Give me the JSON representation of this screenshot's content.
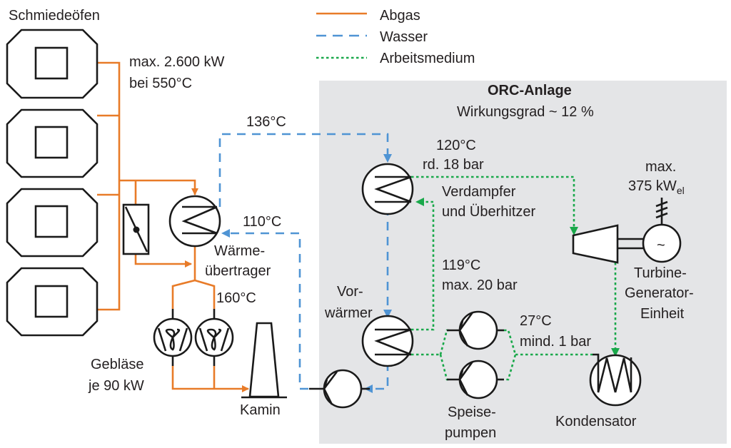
{
  "legend": {
    "items": [
      {
        "label": "Abgas",
        "style": "solid",
        "color": "#e87b28"
      },
      {
        "label": "Wasser",
        "style": "dashed",
        "color": "#4f94d4"
      },
      {
        "label": "Arbeitsmedium",
        "style": "dotted",
        "color": "#19a84a"
      }
    ]
  },
  "colors": {
    "abgas": "#e87b28",
    "wasser": "#4f94d4",
    "arbeitsmedium": "#19a84a",
    "orc_panel": "#e4e5e7",
    "symbol": "#1a1a1a"
  },
  "left": {
    "ovens_title": "Schmiedeöfen",
    "oven_count": 4,
    "exhaust_power": "max. 2.600 kW",
    "exhaust_temp": "bei 550°C",
    "water_out_temp": "136°C",
    "water_return_temp": "110°C",
    "heat_exchanger_line1": "Wärme-",
    "heat_exchanger_line2": "übertrager",
    "fan_temp": "160°C",
    "fans_line1": "Gebläse",
    "fans_line2": "je 90 kW",
    "chimney": "Kamin"
  },
  "orc": {
    "title": "ORC-Anlage",
    "efficiency": "Wirkungsgrad ~ 12 %",
    "evap_temp": "120°C",
    "evap_pressure": "rd. 18 bar",
    "evap_line1": "Verdampfer",
    "evap_line2": "und Überhitzer",
    "preheat_temp": "119°C",
    "preheat_pressure": "max. 20 bar",
    "preheater_line1": "Vor-",
    "preheater_line2": "wärmer",
    "power_line1": "max.",
    "power_value": "375 kW",
    "power_subscript": "el",
    "generator_symbol": "~",
    "turbine_line1": "Turbine-",
    "turbine_line2": "Generator-",
    "turbine_line3": "Einheit",
    "cond_temp": "27°C",
    "cond_pressure": "mind. 1 bar",
    "pumps_line1": "Speise-",
    "pumps_line2": "pumpen",
    "condenser": "Kondensator"
  }
}
